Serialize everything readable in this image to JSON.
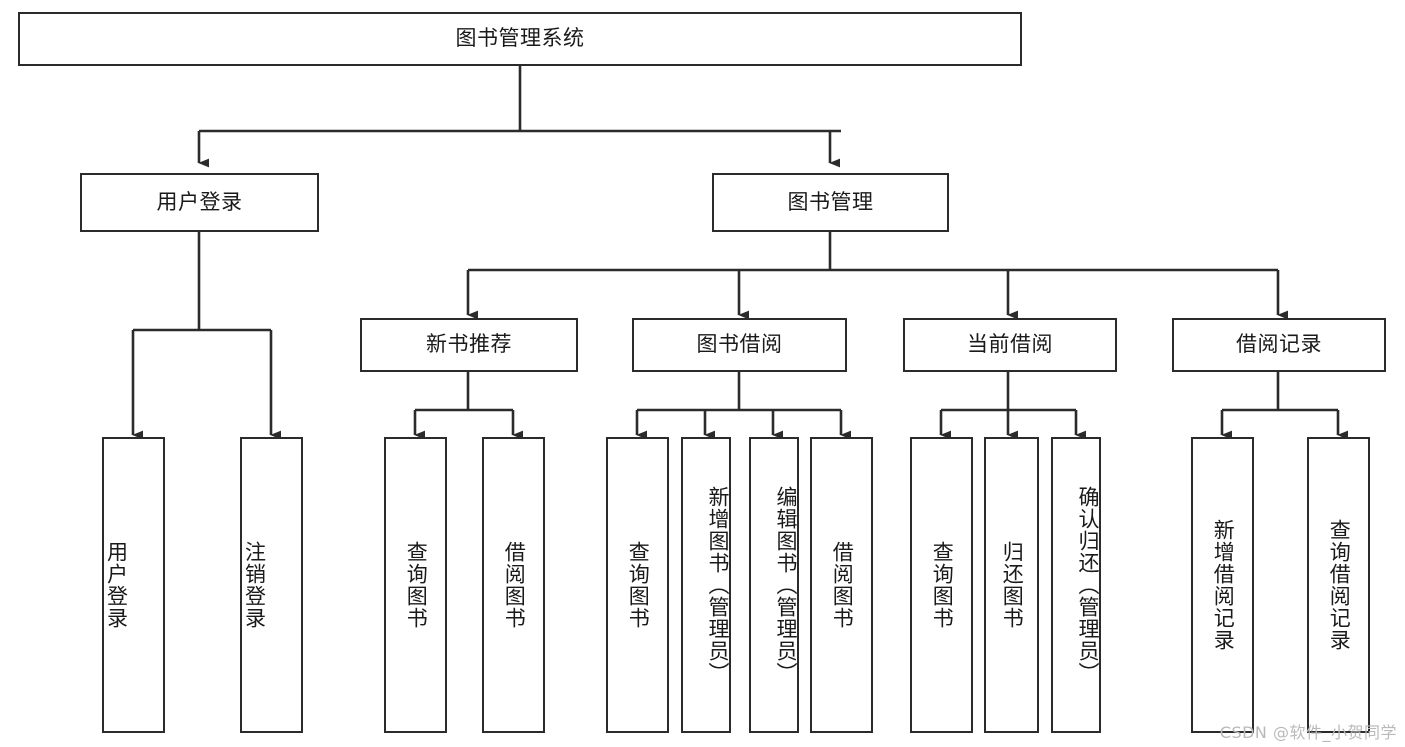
{
  "diagram": {
    "title": "图书管理系统",
    "type": "tree-hierarchy-diagram",
    "colors": {
      "box_border": "#2b2b2b",
      "box_fill": "#ffffff",
      "edge": "#2b2b2b",
      "text": "#1a1a1a",
      "watermark": "#b9b9b9",
      "background": "#ffffff"
    },
    "nodes": {
      "root": {
        "label": "图书管理系统"
      },
      "level2": [
        {
          "label": "用户登录"
        },
        {
          "label": "图书管理"
        }
      ],
      "level3": [
        {
          "label": "新书推荐"
        },
        {
          "label": "图书借阅"
        },
        {
          "label": "当前借阅"
        },
        {
          "label": "借阅记录"
        }
      ],
      "leaves": {
        "user_login": [
          {
            "label": "用户登录"
          },
          {
            "label": "注销登录"
          }
        ],
        "new_book_recommend": [
          {
            "label": "查询图书"
          },
          {
            "label": "借阅图书"
          }
        ],
        "book_borrow": [
          {
            "label": "查询图书"
          },
          {
            "label": "新增图书（管理员）"
          },
          {
            "label": "编辑图书（管理员）"
          },
          {
            "label": "借阅图书"
          }
        ],
        "current_borrow": [
          {
            "label": "查询图书"
          },
          {
            "label": "归还图书"
          },
          {
            "label": "确认归还（管理员）"
          }
        ],
        "borrow_records": [
          {
            "label": "新增借阅记录"
          },
          {
            "label": "查询借阅记录"
          }
        ]
      }
    },
    "watermark": "CSDN @软件_小贺同学"
  }
}
